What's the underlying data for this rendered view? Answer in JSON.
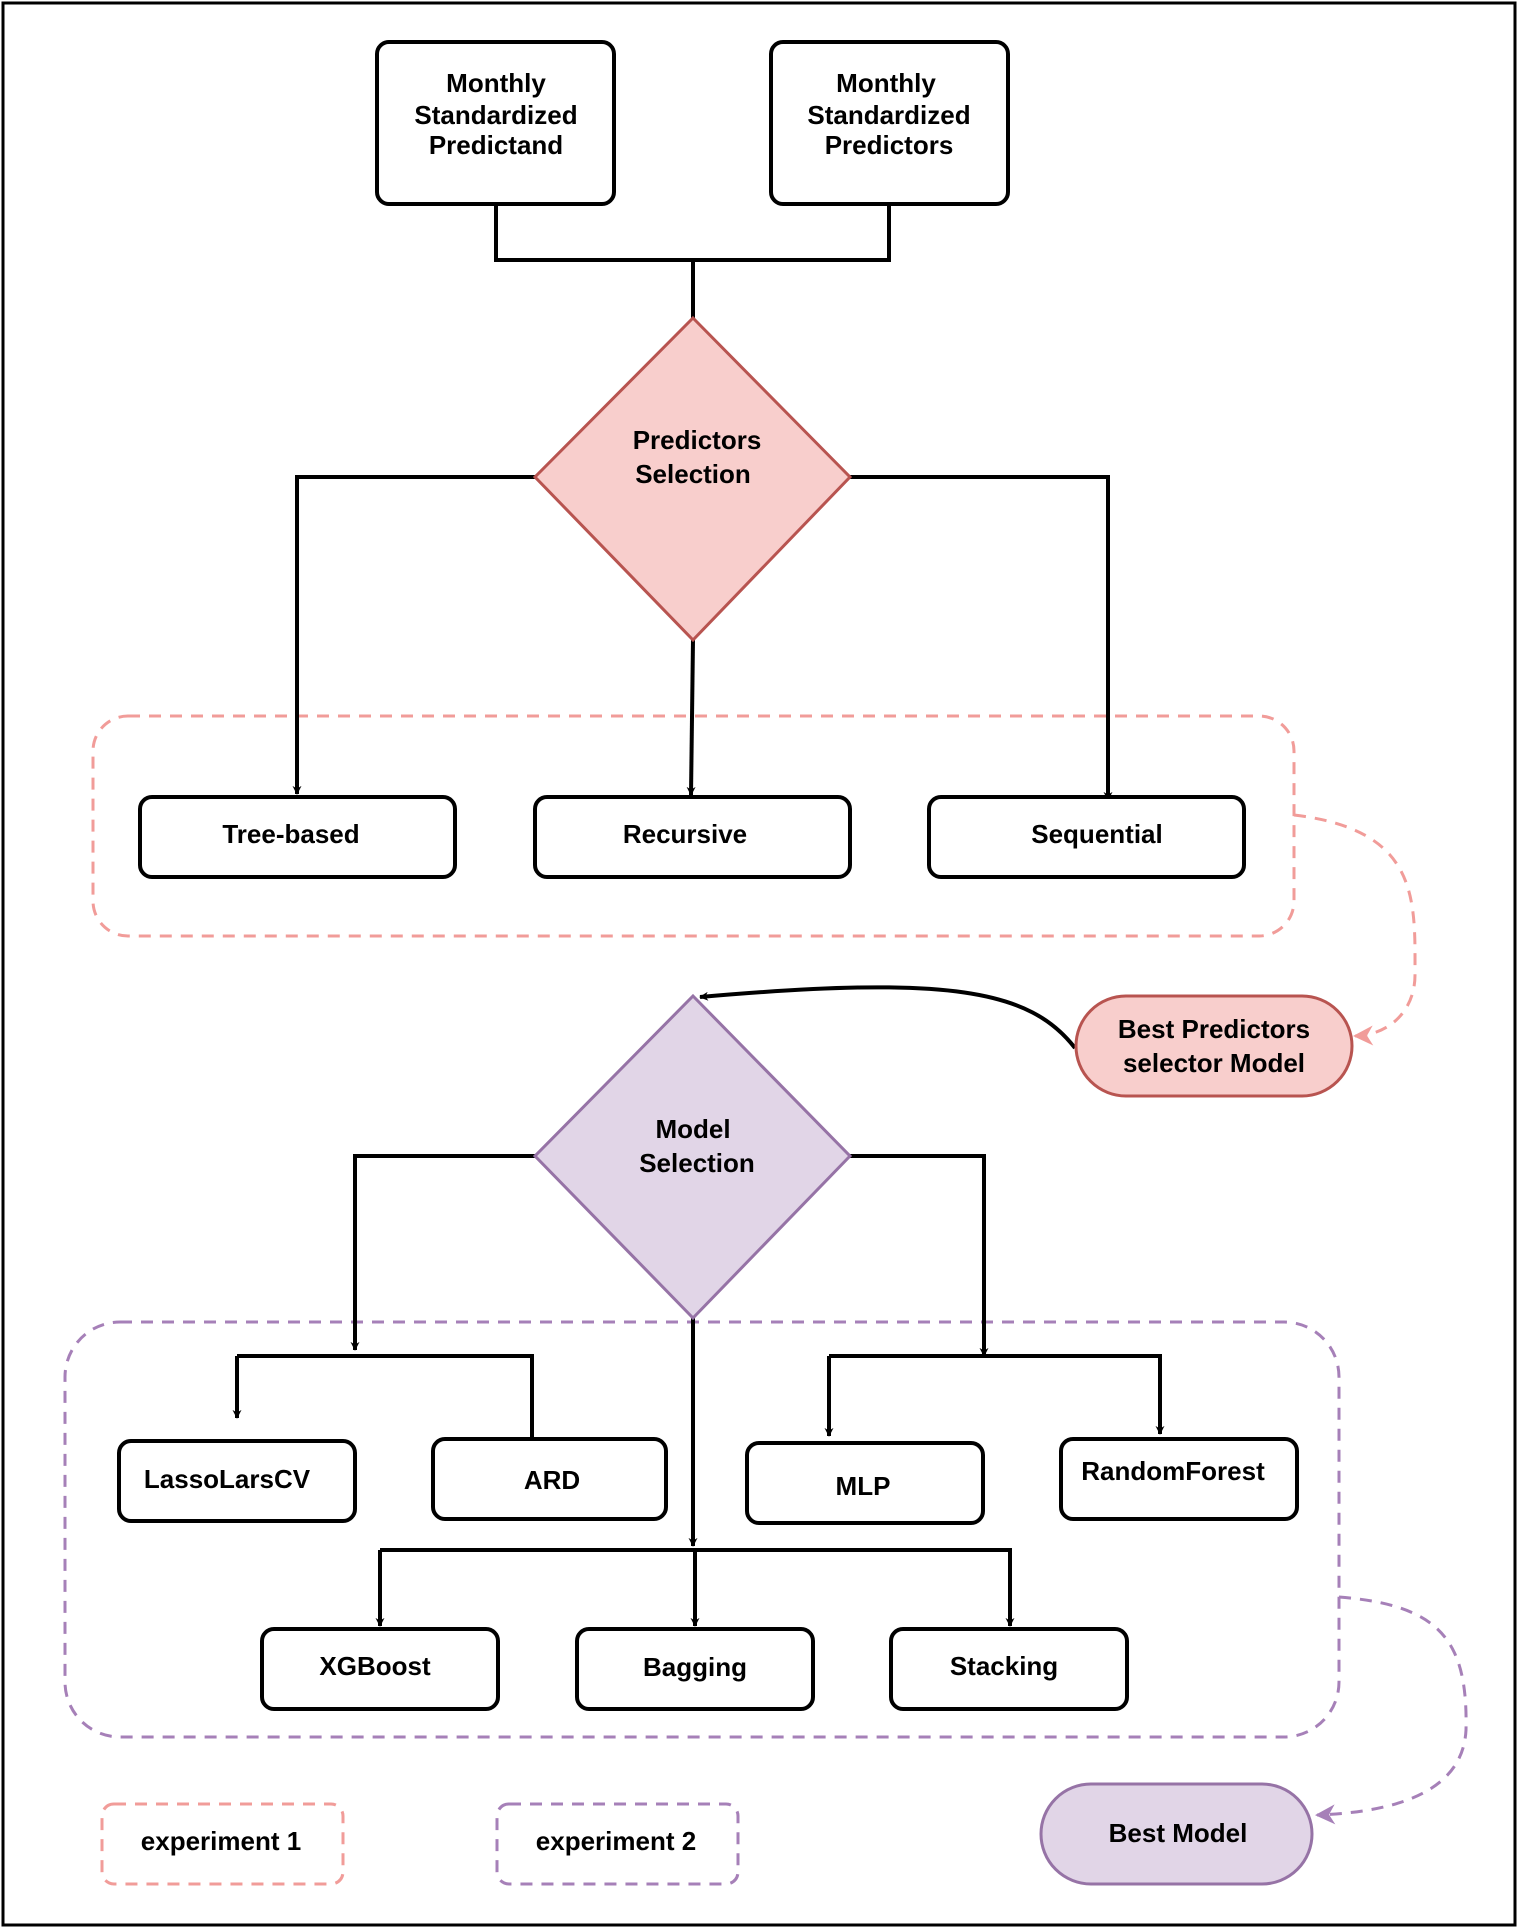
{
  "inputs": {
    "predictand": [
      "Monthly",
      "Standardized",
      "Predictand"
    ],
    "predictors": [
      "Monthly",
      "Standardized",
      "Predictors"
    ]
  },
  "predictors_selection": {
    "label": [
      "Predictors",
      "Selection"
    ],
    "methods": [
      "Tree-based",
      "Recursive",
      "Sequential"
    ]
  },
  "best_predictors": {
    "label": [
      "Best Predictors",
      "selector Model"
    ]
  },
  "model_selection": {
    "label": [
      "Model",
      "Selection"
    ],
    "models_row1": [
      "LassoLarsCV",
      "ARD",
      "MLP",
      "RandomForest"
    ],
    "models_row2": [
      "XGBoost",
      "Bagging",
      "Stacking"
    ]
  },
  "best_model": {
    "label": "Best Model"
  },
  "legend": {
    "experiment1": "experiment 1",
    "experiment2": "experiment 2"
  },
  "colors": {
    "predictors_fill": "#f8cecc",
    "predictors_stroke": "#b85450",
    "model_fill": "#e1d5e7",
    "model_stroke": "#9673a6",
    "exp1_dash": "#f19c99",
    "exp2_dash": "#a680b8",
    "line": "#000000"
  }
}
